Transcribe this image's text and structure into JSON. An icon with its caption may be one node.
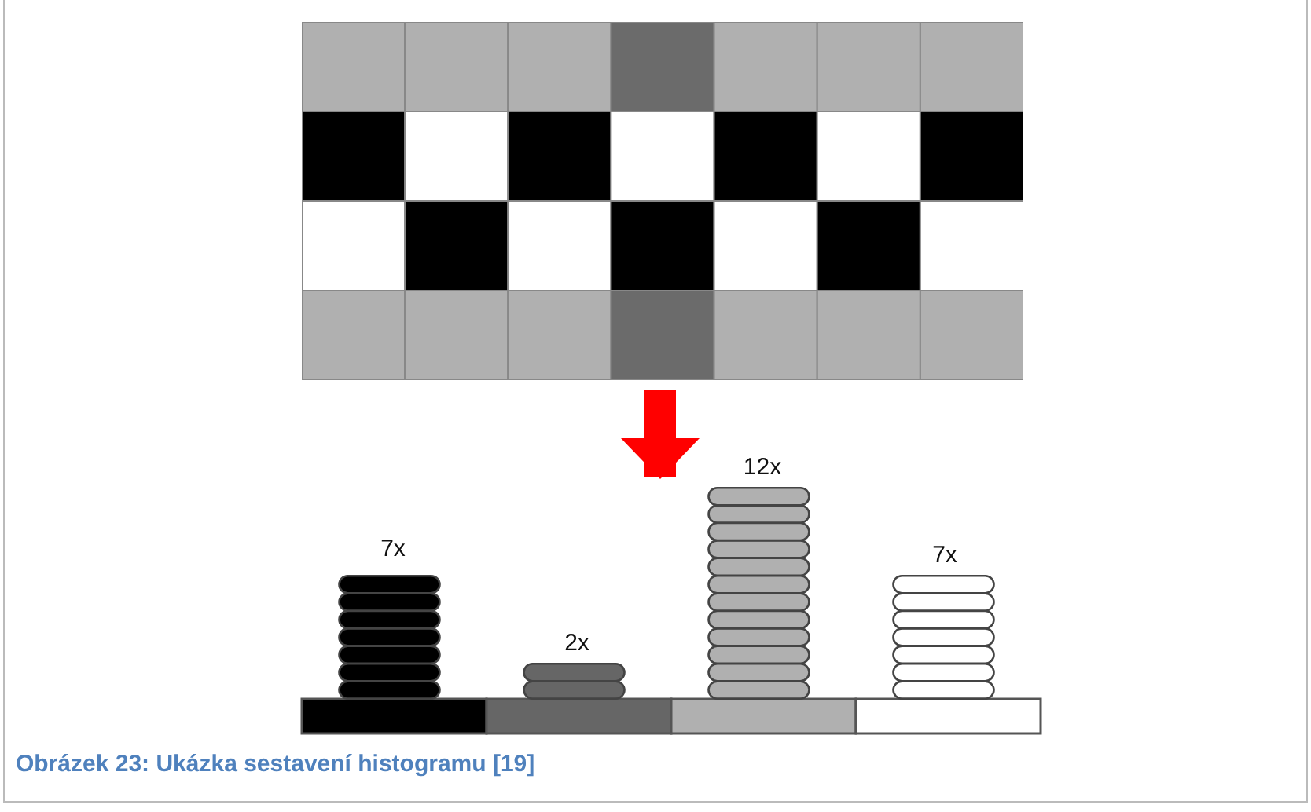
{
  "diagram": {
    "caption": "Obrázek 23: Ukázka sestavení histogramu [19]",
    "nodes": [
      {
        "text": [],
        "shape": "picture"
      },
      {
        "text": [],
        "shape": "picture"
      }
    ],
    "edges": [
      {
        "from": 0,
        "to": 1,
        "arrow": "to"
      }
    ],
    "labels": [
      "7x",
      "2x",
      "12x",
      "7x"
    ]
  }
}
